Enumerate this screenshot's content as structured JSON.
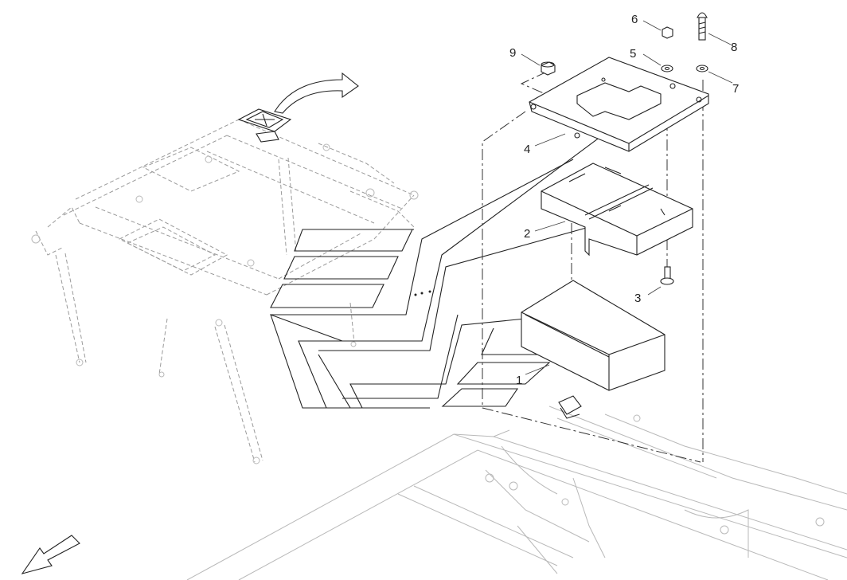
{
  "diagram": {
    "callouts": [
      {
        "id": "part-1",
        "label": "1"
      },
      {
        "id": "part-2",
        "label": "2"
      },
      {
        "id": "part-3",
        "label": "3"
      },
      {
        "id": "part-4",
        "label": "4"
      },
      {
        "id": "part-5",
        "label": "5"
      },
      {
        "id": "part-6",
        "label": "6"
      },
      {
        "id": "part-7",
        "label": "7"
      },
      {
        "id": "part-8",
        "label": "8"
      },
      {
        "id": "part-9",
        "label": "9"
      }
    ],
    "icons": {
      "detail_arrow": "curved-arrow-icon",
      "orientation": "direction-arrow-icon"
    },
    "colors": {
      "line": "#222222",
      "ghost": "#b9b9b9",
      "background": "#ffffff"
    }
  }
}
